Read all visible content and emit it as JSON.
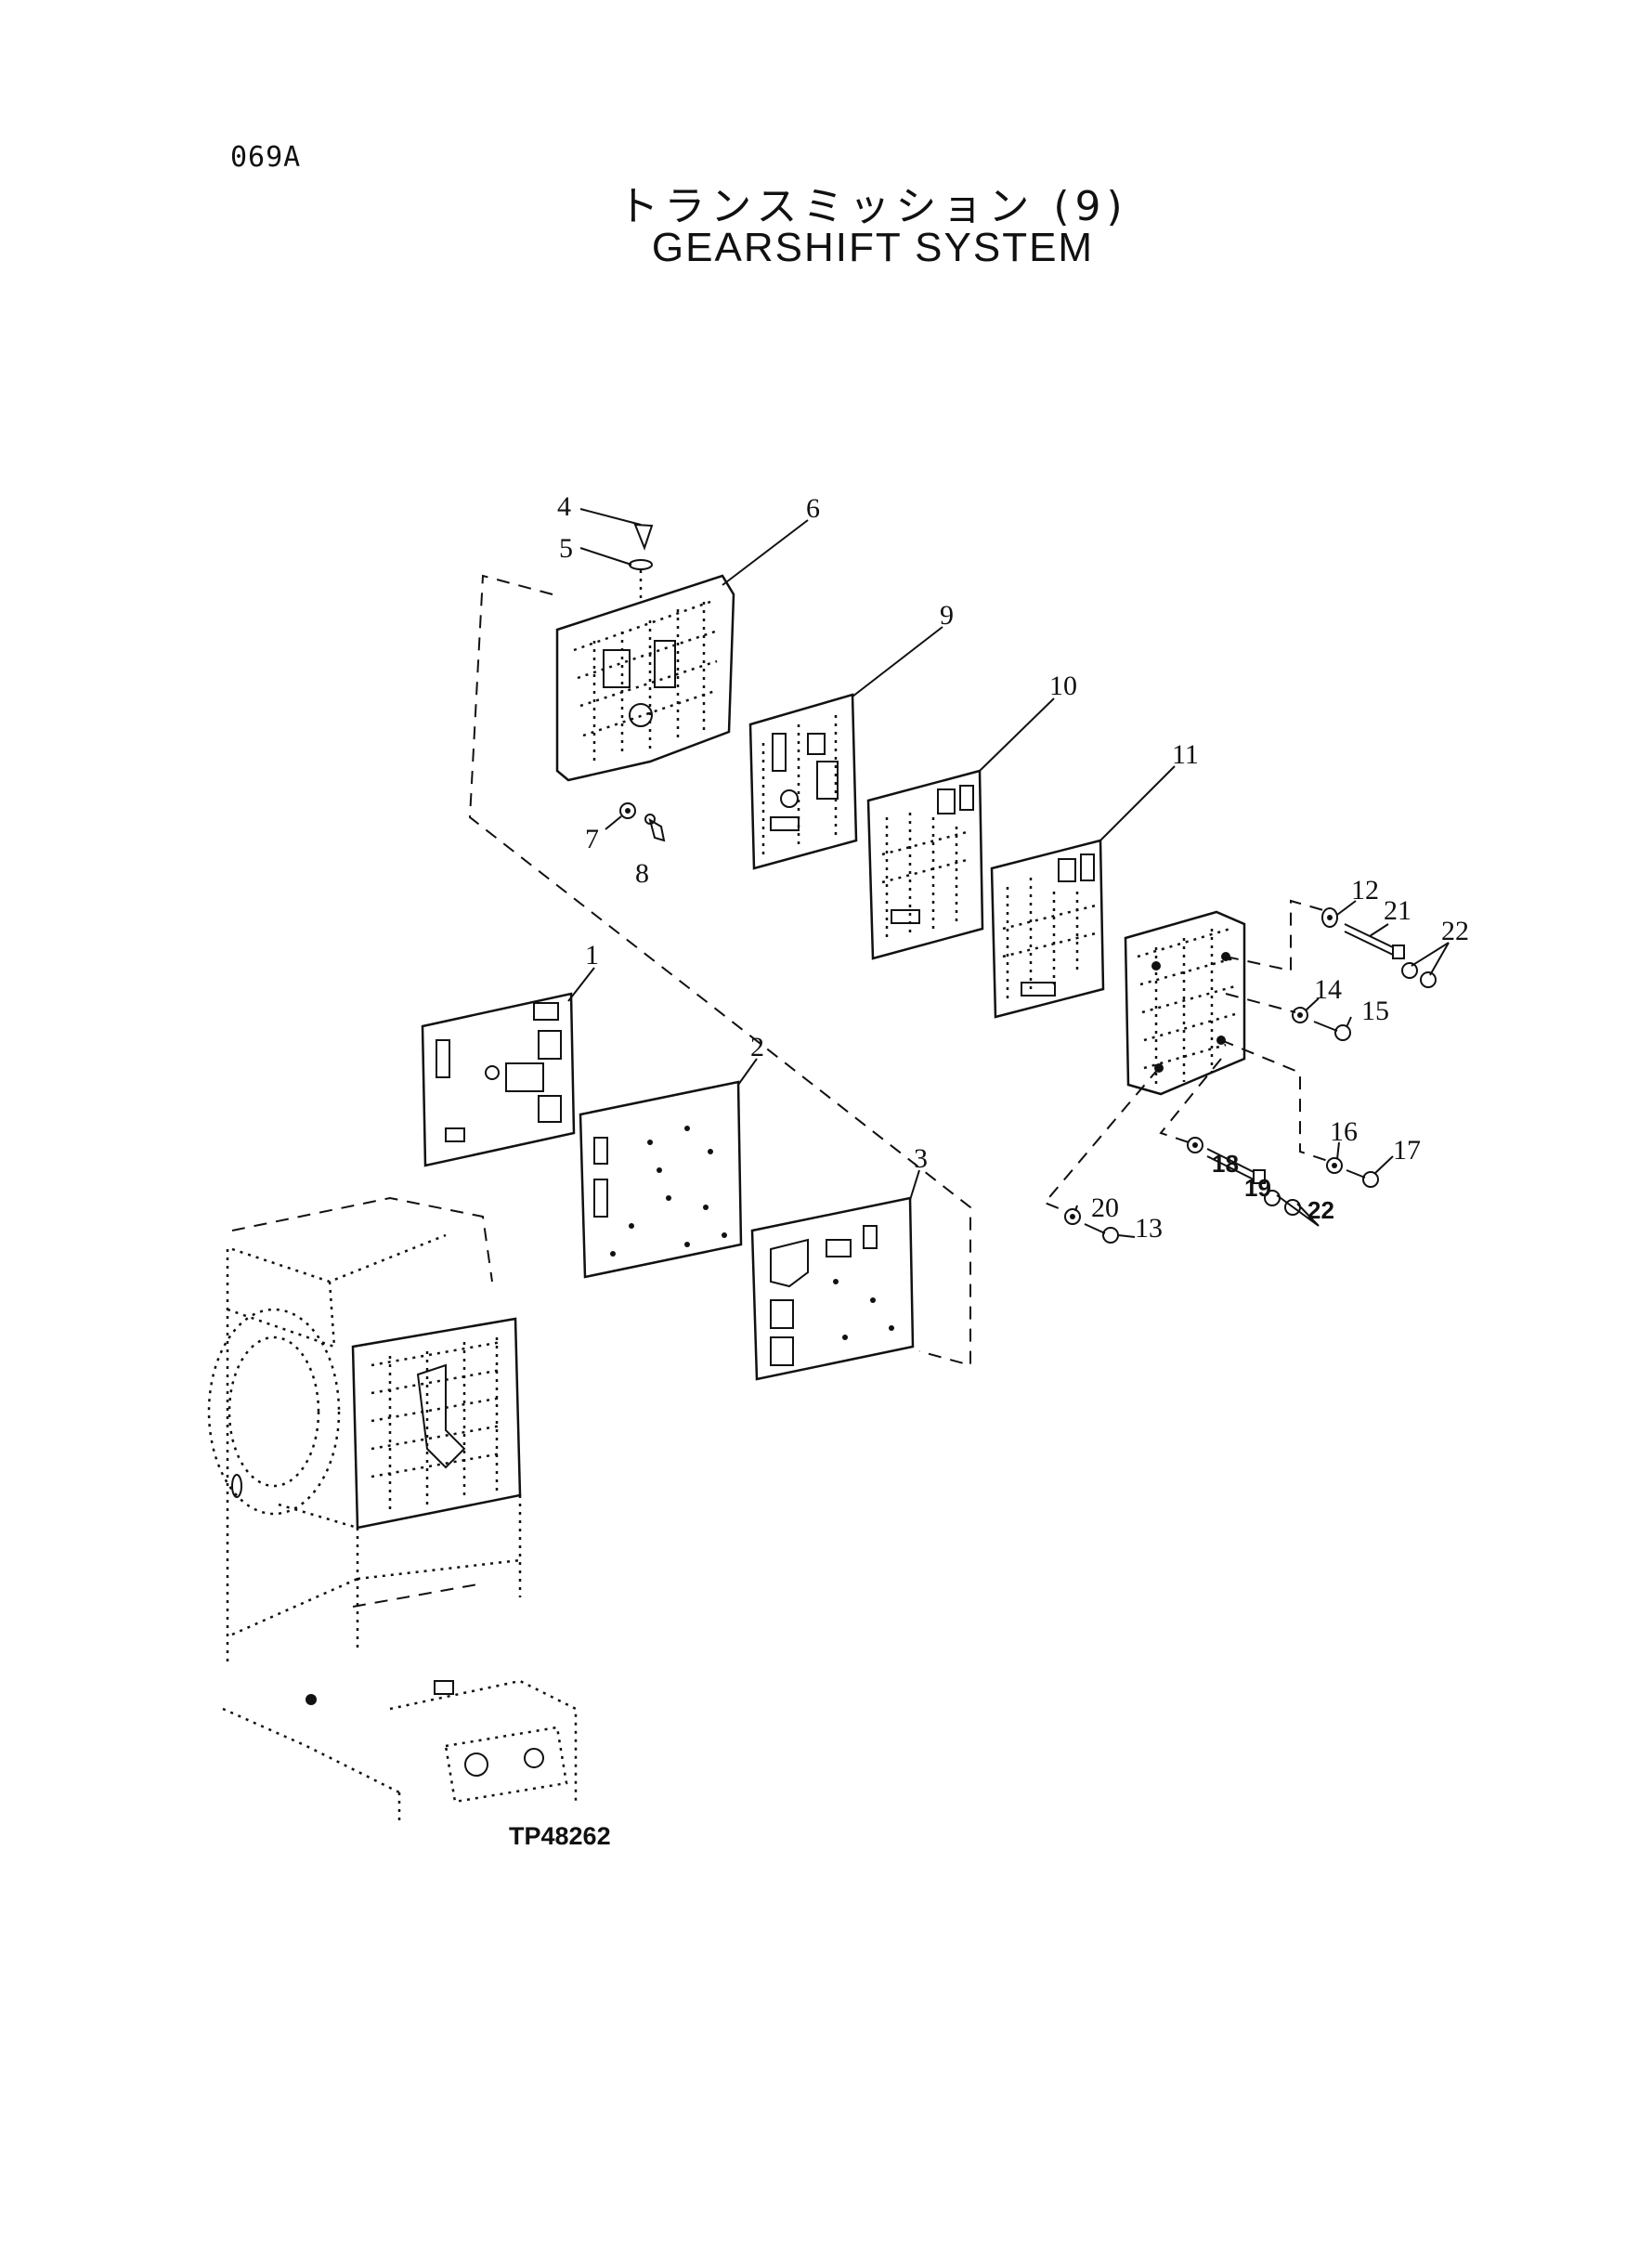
{
  "page": {
    "code": "069A",
    "title_jp": "トランスミッション (9)",
    "title_en": "GEARSHIFT SYSTEM",
    "figure_id": "TP48262"
  },
  "callouts": {
    "n1": "1",
    "n2": "2",
    "n3": "3",
    "n4": "4",
    "n5": "5",
    "n6": "6",
    "n7": "7",
    "n8": "8",
    "n9": "9",
    "n10": "10",
    "n11": "11",
    "n12": "12",
    "n13": "13",
    "n14": "14",
    "n15": "15",
    "n16": "16",
    "n17": "17",
    "n18": "18",
    "n19": "19",
    "n20": "20",
    "n21": "21",
    "n22a": "22",
    "n22b": "22"
  }
}
